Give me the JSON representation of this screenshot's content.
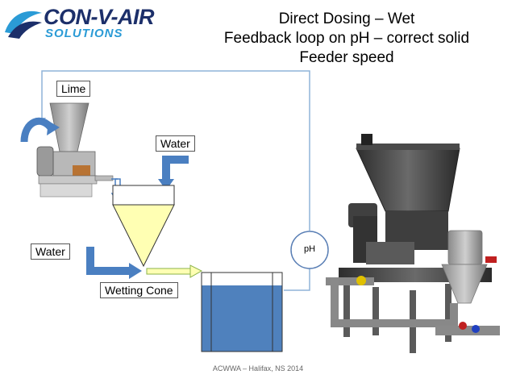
{
  "logo": {
    "main": "CON-V-AIR",
    "sub": "SOLUTIONS",
    "colors": {
      "navy": "#1c2f6a",
      "blue": "#2b9bd6"
    }
  },
  "title": {
    "line1": "Direct Dosing –  Wet",
    "line2": "Feedback loop on pH – correct solid",
    "line3": "Feeder speed"
  },
  "labels": {
    "lime": "Lime",
    "water_top": "Water",
    "water_left": "Water",
    "wetting_cone": "Wetting Cone",
    "ph": "pH"
  },
  "footer": "ACWWA – Halifax, NS 2014",
  "colors": {
    "loop_line": "#8fb3d9",
    "arrow_blue": "#4a7fc1",
    "cone_fill": "#ffffb3",
    "tank_fill": "#4f81bd",
    "flow_arrow": "#ffffb3"
  }
}
